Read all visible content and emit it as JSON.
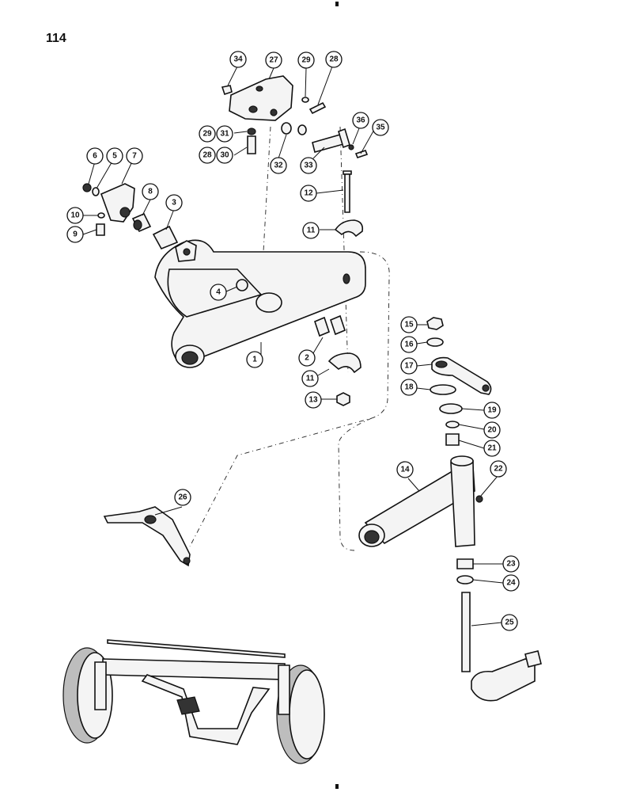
{
  "page": {
    "number": "114"
  },
  "callouts": [
    {
      "id": "c34",
      "label": "34"
    },
    {
      "id": "c27",
      "label": "27"
    },
    {
      "id": "c29a",
      "label": "29"
    },
    {
      "id": "c28a",
      "label": "28"
    },
    {
      "id": "c29b",
      "label": "29"
    },
    {
      "id": "c31",
      "label": "31"
    },
    {
      "id": "c28b",
      "label": "28"
    },
    {
      "id": "c30",
      "label": "30"
    },
    {
      "id": "c32",
      "label": "32"
    },
    {
      "id": "c33",
      "label": "33"
    },
    {
      "id": "c36",
      "label": "36"
    },
    {
      "id": "c35",
      "label": "35"
    },
    {
      "id": "c6",
      "label": "6"
    },
    {
      "id": "c5",
      "label": "5"
    },
    {
      "id": "c7",
      "label": "7"
    },
    {
      "id": "c8",
      "label": "8"
    },
    {
      "id": "c3",
      "label": "3"
    },
    {
      "id": "c10",
      "label": "10"
    },
    {
      "id": "c9",
      "label": "9"
    },
    {
      "id": "c12",
      "label": "12"
    },
    {
      "id": "c11a",
      "label": "11"
    },
    {
      "id": "c4",
      "label": "4"
    },
    {
      "id": "c1",
      "label": "1"
    },
    {
      "id": "c2",
      "label": "2"
    },
    {
      "id": "c11b",
      "label": "11"
    },
    {
      "id": "c13",
      "label": "13"
    },
    {
      "id": "c15",
      "label": "15"
    },
    {
      "id": "c16",
      "label": "16"
    },
    {
      "id": "c17",
      "label": "17"
    },
    {
      "id": "c18",
      "label": "18"
    },
    {
      "id": "c19",
      "label": "19"
    },
    {
      "id": "c20",
      "label": "20"
    },
    {
      "id": "c21",
      "label": "21"
    },
    {
      "id": "c14",
      "label": "14"
    },
    {
      "id": "c22",
      "label": "22"
    },
    {
      "id": "c26",
      "label": "26"
    },
    {
      "id": "c23",
      "label": "23"
    },
    {
      "id": "c24",
      "label": "24"
    },
    {
      "id": "c25",
      "label": "25"
    }
  ]
}
